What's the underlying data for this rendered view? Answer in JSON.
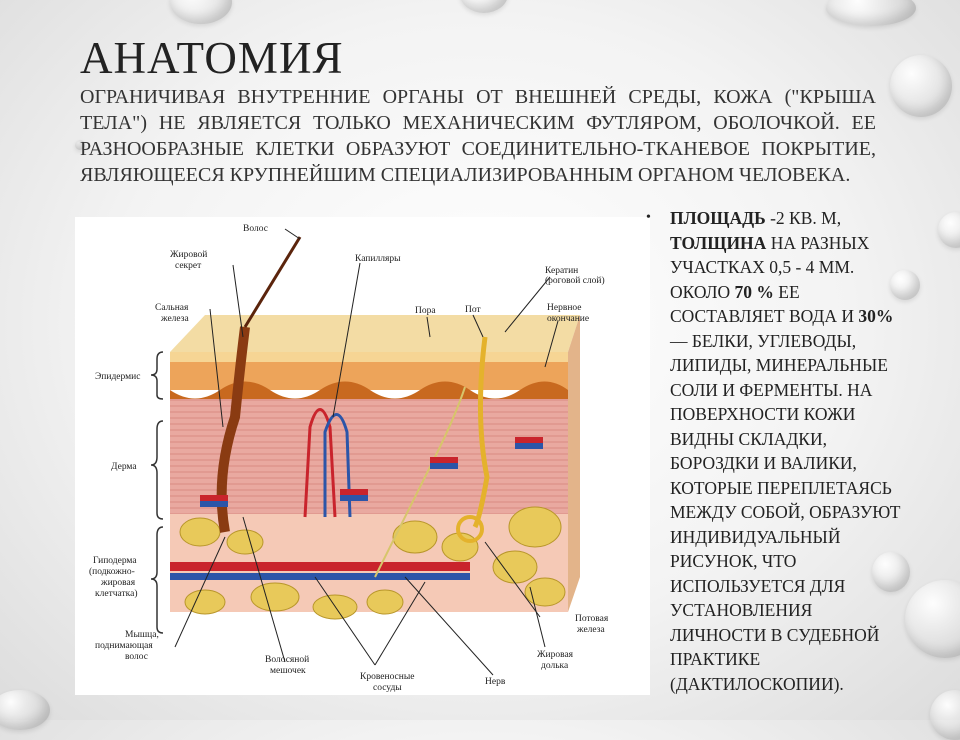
{
  "slide": {
    "title": "АНАТОМИЯ",
    "intro": "Ограничивая внутренние органы от внешней среды, кожа (\"крыша тела\") не является только механическим футляром, оболочкой. Ее разнообразные клетки образуют соединительно-тканевое покрытие, являющееся крупнейшим специализированным органом человека."
  },
  "diagram": {
    "labels": {
      "hair": "Волос",
      "sebum": "Жировой",
      "sebum2": "секрет",
      "capillaries": "Капилляры",
      "keratin": "Кератин",
      "keratin2": "(роговой слой)",
      "sebaceous": "Сальная",
      "sebaceous2": "железа",
      "pore": "Пора",
      "sweat": "Пот",
      "nerve_end": "Нервное",
      "nerve_end2": "окончание",
      "epidermis": "Эпидермис",
      "dermis": "Дерма",
      "hypo1": "Гиподерма",
      "hypo2": "(подкожно-",
      "hypo3": "жировая",
      "hypo4": "клетчатка)",
      "muscle1": "Мышца,",
      "muscle2": "поднимающая",
      "muscle3": "волос",
      "follicle1": "Волосяной",
      "follicle2": "мешочек",
      "vessels1": "Кровеносные",
      "vessels2": "сосуды",
      "nerve": "Нерв",
      "fat1": "Жировая",
      "fat2": "долька",
      "sweatgland1": "Потовая",
      "sweatgland2": "железа"
    }
  },
  "facts": {
    "area_label": "Площадь",
    "area_value": " -2 кв. м,",
    "thickness_label": "толщина",
    "thickness_value": " на разных участках 0,5 - 4 мм. Около ",
    "water_percent": "70 %",
    "water_text": " ее составляет вода и ",
    "other_percent": "30%",
    "rest": " — белки, углеводы, липиды, минеральные соли и ферменты. На поверхности кожи видны складки, бороздки и валики, которые переплетаясь между собой, образуют индивидуальный рисунок, что используется для установления личности в судебной практике (дактилоскопии).",
    "bullet": "•"
  }
}
